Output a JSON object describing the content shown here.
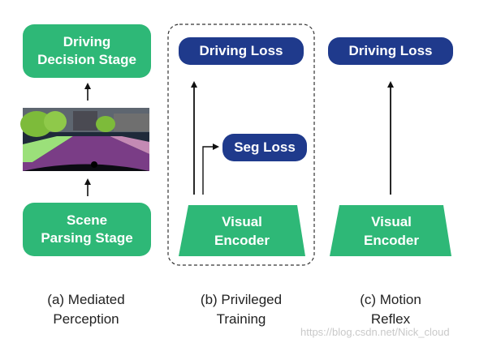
{
  "panel_a": {
    "top_box": "Driving\nDecision Stage",
    "bottom_box": "Scene\nParsing Stage",
    "caption": "(a) Mediated\nPerception"
  },
  "panel_b": {
    "driving_loss": "Driving Loss",
    "seg_loss": "Seg Loss",
    "encoder": "Visual\nEncoder",
    "caption": "(b) Privileged\nTraining"
  },
  "panel_c": {
    "driving_loss": "Driving Loss",
    "encoder": "Visual\nEncoder",
    "caption": "(c) Motion\nReflex"
  },
  "watermark": "https://blog.csdn.net/Nick_cloud",
  "colors": {
    "green": "#2eb877",
    "navy": "#1f3a8c",
    "seg_sky": "#1f2a3a",
    "seg_road": "#7a3d86",
    "seg_vegetation": "#7dbb3a",
    "seg_building": "#6b6b6b",
    "seg_sidewalk": "#9be07a"
  }
}
